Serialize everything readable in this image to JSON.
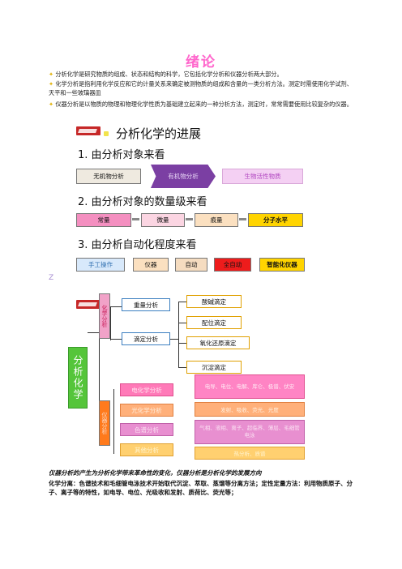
{
  "title": "绪论",
  "paragraphs": [
    "分析化学是研究物质的组成、状态和结构的科学，它包括化学分析和仪器分析两大部分。",
    "化学分析是指利用化学反应和它的计量关系来确定被测物质的组成和含量的一类分析方法。测定时需使用化学试剂、天平和一些玻璃器皿",
    "仪器分析是以物质的物理和物理化学性质为基础建立起来的一种分析方法，测定时，常常需要使用比较复杂的仪器。"
  ],
  "section_title": "分析化学的进展",
  "dev1": {
    "heading": "1. 由分析对象来看",
    "items": [
      "无机物分析",
      "有机物分析",
      "生物活性物质"
    ]
  },
  "dev2": {
    "heading": "2. 由分析对象的数量级来看",
    "items": [
      "常量",
      "微量",
      "痕量",
      "分子水平"
    ]
  },
  "dev3": {
    "heading": "3. 由分析自动化程度来看",
    "items": [
      "手工操作",
      "仪器",
      "自动",
      "全自动",
      "智能化仪器"
    ]
  },
  "stray_mark": "Z",
  "tree": {
    "root": "分析化学",
    "branch_chem": "化学分析",
    "branch_inst": "仪器分析",
    "chem_children": [
      "重量分析",
      "滴定分析"
    ],
    "titration_types": [
      "酸碱滴定",
      "配位滴定",
      "氧化还原滴定",
      "沉淀滴定"
    ],
    "inst_children": [
      "电化学分析",
      "光化学分析",
      "色谱分析",
      "其他分析"
    ],
    "inst_details": [
      "电导、电位、电解、库仑、极谱、伏安",
      "发射、吸收、荧光、光度",
      "气相、液相、离子、超临界、薄层、毛细管电泳",
      "热分析、质谱"
    ]
  },
  "footer": {
    "line1": "仪器分析的产生为分析化学带来革命性的变化，仪器分析是分析化学的发展方向",
    "line2": "化学分离：色谱技术和毛细管电泳技术开始取代沉淀、萃取、蒸馏等分离方法；定性定量方法：利用物质原子、分子、离子等的特性，如电导、电位、光吸收和发射、质荷比、荧光等；"
  }
}
